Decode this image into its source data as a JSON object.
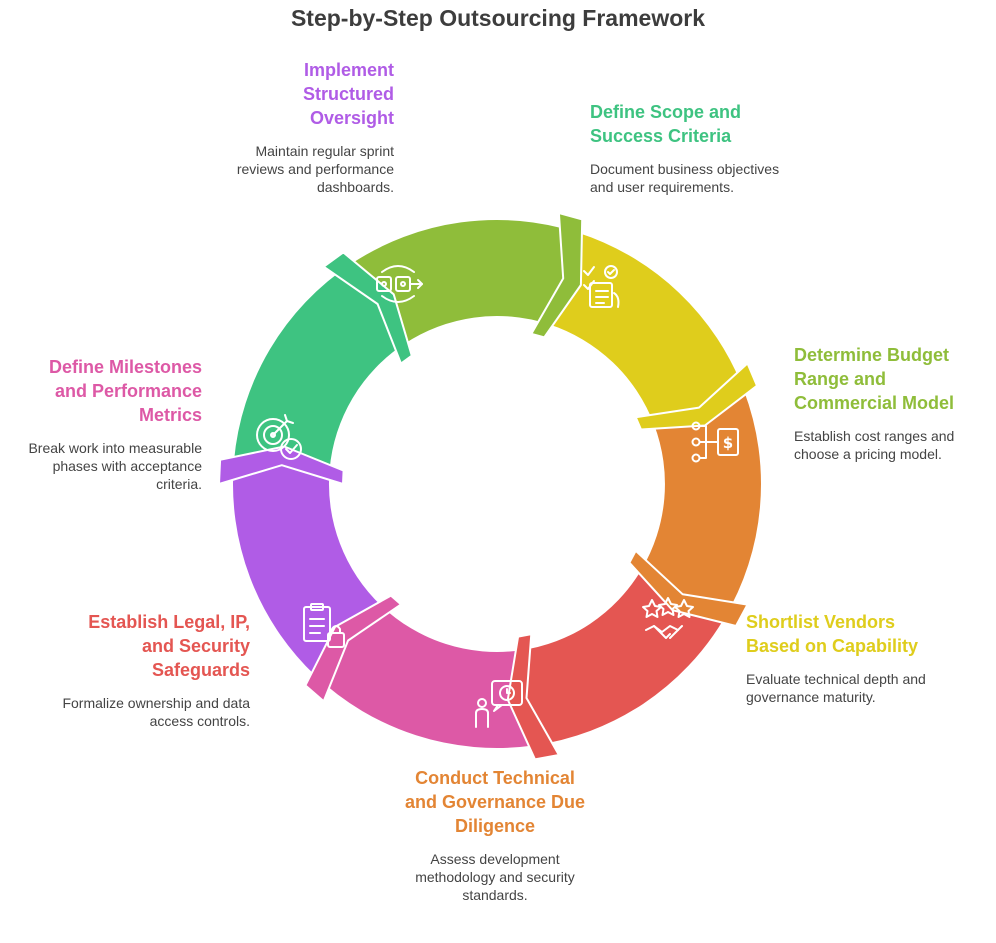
{
  "title": "Step-by-Step Outsourcing Framework",
  "steps": [
    {
      "title": "Define Scope and Success Criteria",
      "description": "Document business objectives and user requirements.",
      "color": "#3ec381",
      "icon": "checklist-icon"
    },
    {
      "title": "Determine Budget Range and Commercial Model",
      "description": "Establish cost ranges and choose a pricing model.",
      "color": "#8fbd3a",
      "icon": "pricing-model-icon"
    },
    {
      "title": "Shortlist Vendors Based on Capability",
      "description": "Evaluate technical depth and governance maturity.",
      "color": "#dfcd1c",
      "icon": "stars-handshake-icon"
    },
    {
      "title": "Conduct Technical and Governance Due Diligence",
      "description": "Assess development methodology and security standards.",
      "color": "#e38534",
      "icon": "person-clock-icon"
    },
    {
      "title": "Establish Legal, IP, and Security Safeguards",
      "description": "Formalize ownership and data access controls.",
      "color": "#e45652",
      "icon": "clipboard-lock-icon"
    },
    {
      "title": "Define Milestones and Performance Metrics",
      "description": "Break work into measurable phases with acceptance criteria.",
      "color": "#dd59a6",
      "icon": "target-check-icon"
    },
    {
      "title": "Implement Structured Oversight",
      "description": "Maintain regular sprint reviews and performance dashboards.",
      "color": "#b05ce6",
      "icon": "review-flow-icon"
    }
  ]
}
